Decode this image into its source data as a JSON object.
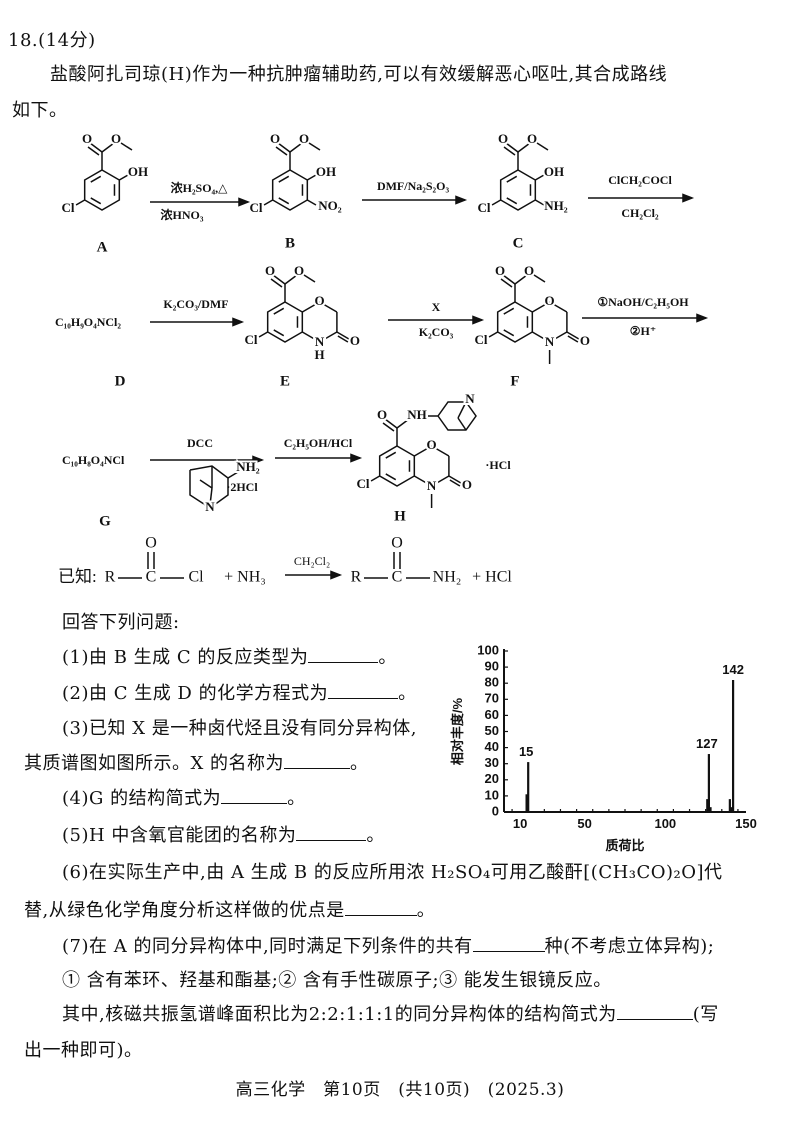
{
  "header": {
    "number": "18.",
    "points": "(14分)"
  },
  "intro": {
    "line1": "盐酸阿扎司琼(H)作为一种抗肿瘤辅助药,可以有效缓解恶心呕吐,其合成路线",
    "line2": "如下。"
  },
  "scheme": {
    "labels": {
      "A": "A",
      "B": "B",
      "C": "C",
      "D": "D",
      "E": "E",
      "F": "F",
      "G": "G",
      "H": "H"
    },
    "atoms": {
      "O": "O",
      "OH": "OH",
      "Cl": "Cl",
      "NO2": "NO₂",
      "NH2": "NH₂",
      "N": "N",
      "H": "H",
      "NH": "NH"
    },
    "reagents": {
      "a1_top": "浓H₂SO₄,△",
      "a1_bottom": "浓HNO₃",
      "a2_top": "DMF/Na₂S₂O₃",
      "a3_top": "ClCH₂COCl",
      "a3_bottom": "CH₂Cl₂",
      "a4_top": "K₂CO₃/DMF",
      "a5_top": "X",
      "a5_bottom": "K₂CO₃",
      "a6_top": "①NaOH/C₂H₅OH",
      "a6_bottom": "②H⁺",
      "a7_top": "DCC",
      "a7_salt": "·2HCl",
      "a8_top": "C₂H₅OH/HCl",
      "h_salt": "·HCl"
    },
    "formulas": {
      "D": "C₁₀H₉O₄NCl₂",
      "G": "C₁₀H₈O₄NCl"
    }
  },
  "known": {
    "prefix": "已知:",
    "R": "R",
    "C": "C",
    "O": "O",
    "Cl": "Cl",
    "plus_nh3": "+ NH₃",
    "cond": "CH₂Cl₂",
    "NH2": "NH₂",
    "plus_hcl": "+ HCl"
  },
  "questions": {
    "lead": "回答下列问题:",
    "q1": {
      "pre": "(1)由 B 生成 C 的反应类型为",
      "post": "。"
    },
    "q2": {
      "pre": "(2)由 C 生成 D 的化学方程式为",
      "post": "。"
    },
    "q3": {
      "line1": "(3)已知 X 是一种卤代烃且没有同分异构体,",
      "pre": "其质谱图如图所示。X 的名称为",
      "post": "。"
    },
    "q4": {
      "pre": "(4)G 的结构简式为",
      "post": "。"
    },
    "q5": {
      "pre": "(5)H 中含氧官能团的名称为",
      "post": "。"
    },
    "q6": {
      "line1": "(6)在实际生产中,由 A 生成 B 的反应所用浓 H₂SO₄可用乙酸酐[(CH₃CO)₂O]代",
      "pre": "替,从绿色化学角度分析这样做的优点是",
      "post": "。"
    },
    "q7": {
      "pre": "(7)在 A 的同分异构体中,同时满足下列条件的共有",
      "post": "种(不考虑立体异构);",
      "conditions": "① 含有苯环、羟基和酯基;② 含有手性碳原子;③ 能发生银镜反应。",
      "nmr_pre": "其中,核磁共振氢谱峰面积比为2:2:1:1:1的同分异构体的结构简式为",
      "nmr_post": "(写",
      "nmr_line2": "出一种即可)。"
    }
  },
  "footer": "高三化学　第10页　(共10页)　(2025.3)",
  "chart_data": {
    "type": "bar",
    "title": "",
    "xlabel": "质荷比",
    "ylabel": "相对丰度/%",
    "xlim": [
      0,
      150
    ],
    "ylim": [
      0,
      100
    ],
    "xticks": [
      10,
      50,
      100,
      150
    ],
    "yticks": [
      0,
      10,
      20,
      30,
      40,
      50,
      60,
      70,
      80,
      90,
      100
    ],
    "x": [
      14,
      15,
      126,
      127,
      128,
      140,
      141,
      142
    ],
    "values": [
      11,
      31,
      8,
      36,
      3,
      8,
      3,
      82
    ],
    "peak_labels": [
      {
        "x": 15,
        "text": "15"
      },
      {
        "x": 127,
        "text": "127"
      },
      {
        "x": 142,
        "text": "142"
      }
    ],
    "grid": false
  }
}
